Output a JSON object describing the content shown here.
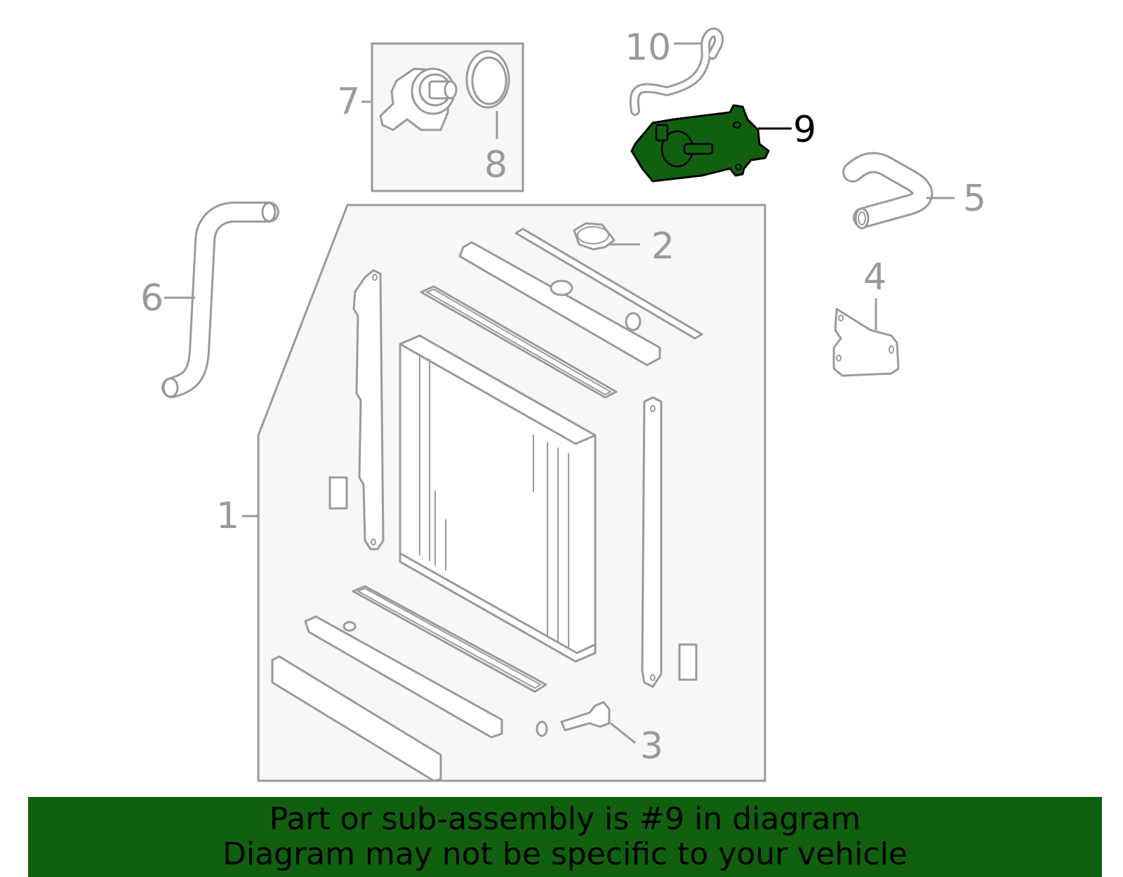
{
  "colors": {
    "highlight": "#106010",
    "outline": "#9a9a9a",
    "panel_fill": "#f7f7f7",
    "banner_bg": "#106010"
  },
  "diagram": {
    "callouts": [
      {
        "id": "c1",
        "label": "1",
        "highlighted": false
      },
      {
        "id": "c2",
        "label": "2",
        "highlighted": false
      },
      {
        "id": "c3",
        "label": "3",
        "highlighted": false
      },
      {
        "id": "c4",
        "label": "4",
        "highlighted": false
      },
      {
        "id": "c5",
        "label": "5",
        "highlighted": false
      },
      {
        "id": "c6",
        "label": "6",
        "highlighted": false
      },
      {
        "id": "c7",
        "label": "7",
        "highlighted": false
      },
      {
        "id": "c8",
        "label": "8",
        "highlighted": false
      },
      {
        "id": "c9",
        "label": "9",
        "highlighted": true
      },
      {
        "id": "c10",
        "label": "10",
        "highlighted": false
      }
    ]
  },
  "banner": {
    "line1": "Part or sub-assembly is #9 in diagram",
    "line2": "Diagram may not be specific to your vehicle"
  }
}
